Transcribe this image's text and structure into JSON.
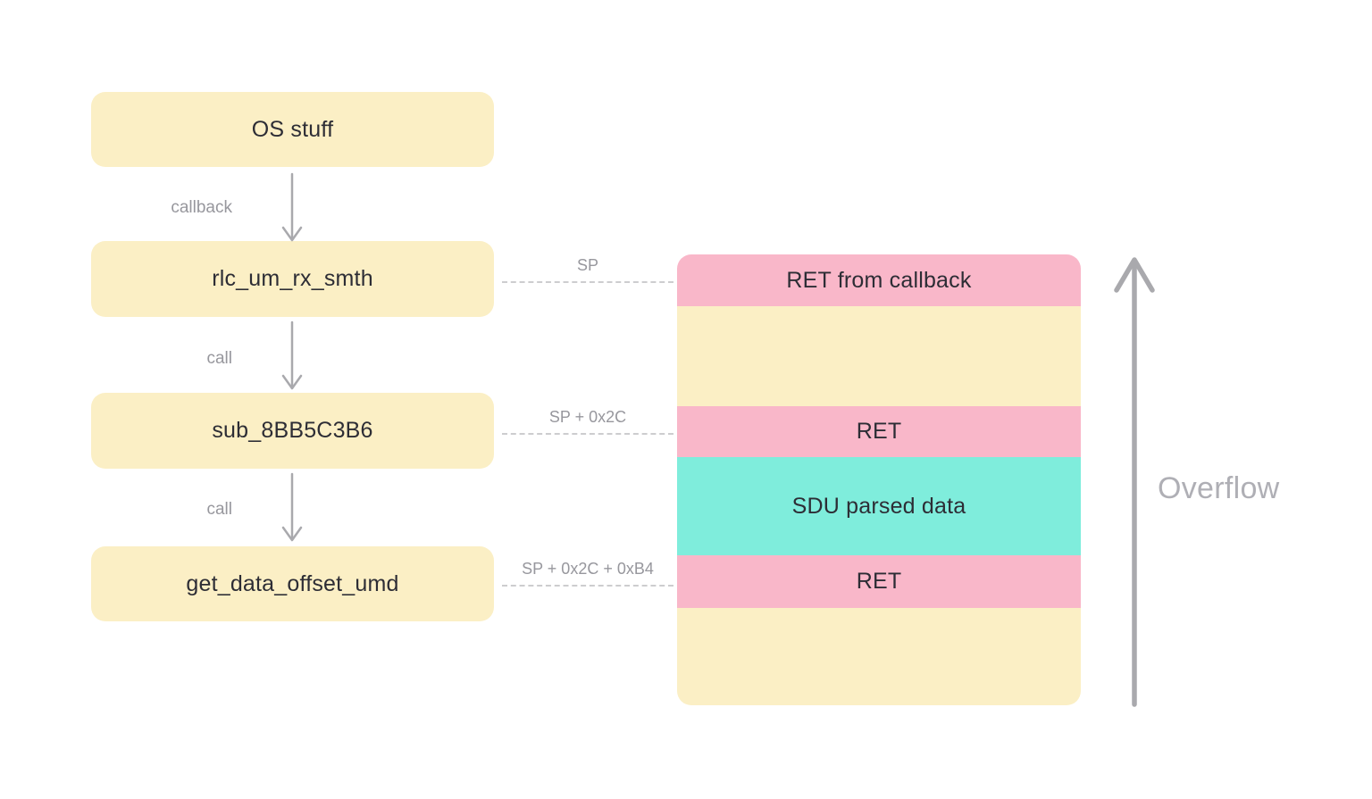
{
  "colors": {
    "yellow": "#FBEFC5",
    "pink": "#F9B7C9",
    "teal": "#7FEDDC",
    "arrow": "#A9A9AD",
    "muted": "#97979D",
    "dash": "#CDCDCF",
    "text": "#2D2D35",
    "overflow": "#AFAFB5"
  },
  "call_chain": {
    "nodes": [
      {
        "label": "OS stuff"
      },
      {
        "label": "rlc_um_rx_smth"
      },
      {
        "label": "sub_8BB5C3B6"
      },
      {
        "label": "get_data_offset_umd"
      }
    ],
    "edges": [
      {
        "label": "callback"
      },
      {
        "label": "call"
      },
      {
        "label": "call"
      }
    ]
  },
  "stack_pointers": [
    {
      "label": "SP"
    },
    {
      "label": "SP + 0x2C"
    },
    {
      "label": "SP + 0x2C + 0xB4"
    }
  ],
  "stack": {
    "rows": [
      {
        "label": "RET from callback",
        "color": "pink"
      },
      {
        "label": "",
        "color": "yellow"
      },
      {
        "label": "RET",
        "color": "pink"
      },
      {
        "label": "SDU parsed data",
        "color": "teal"
      },
      {
        "label": "RET",
        "color": "pink"
      },
      {
        "label": "",
        "color": "yellow"
      }
    ]
  },
  "overflow": {
    "label": "Overflow"
  }
}
